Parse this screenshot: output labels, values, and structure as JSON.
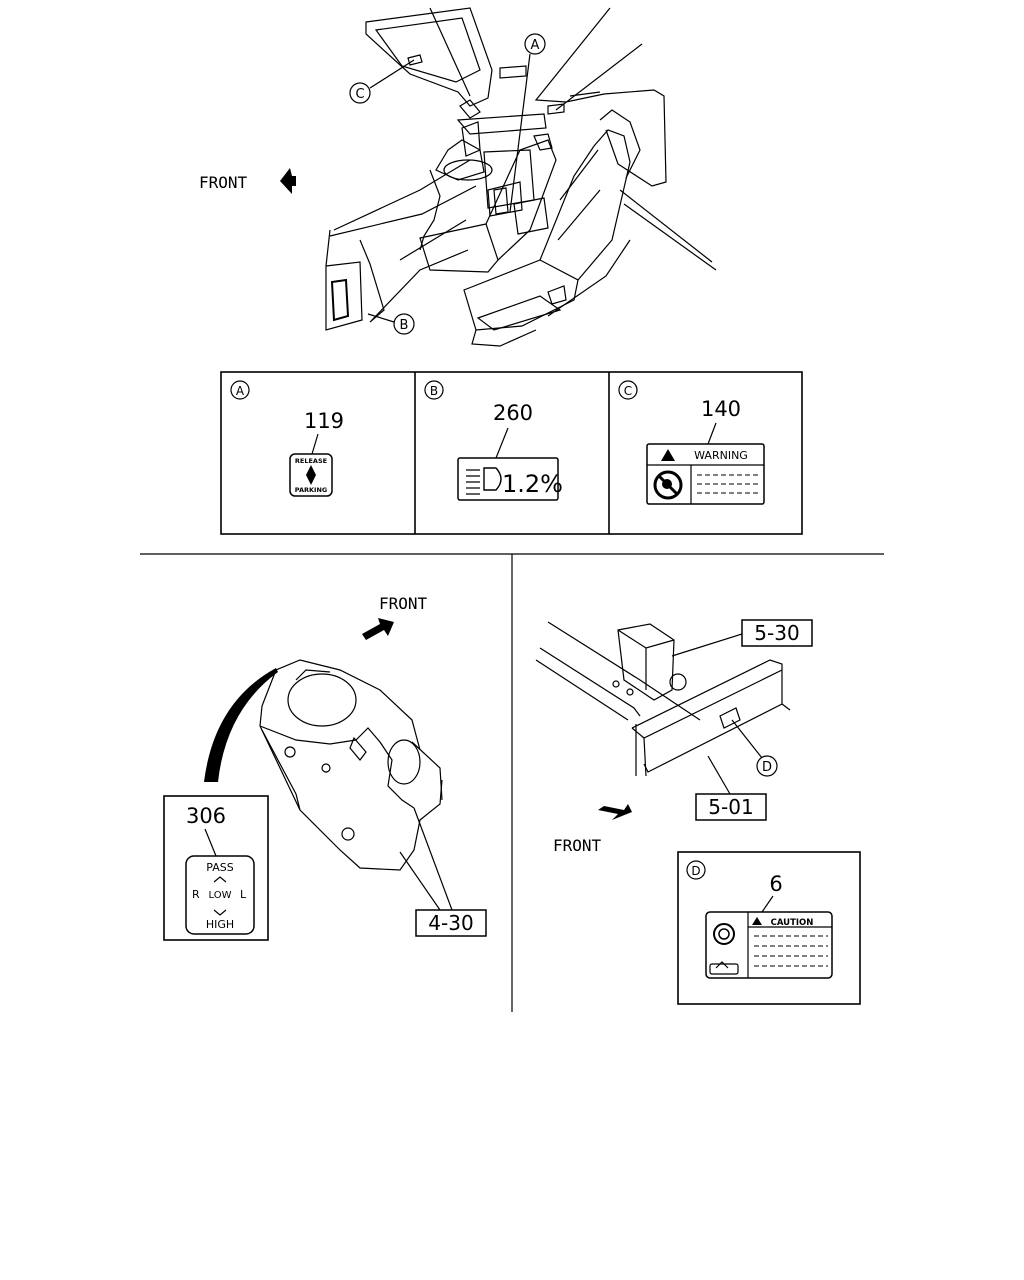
{
  "callouts": {
    "a": "A",
    "b": "B",
    "c": "C",
    "d": "D"
  },
  "front_label": "FRONT",
  "labels": {
    "a": {
      "number": "119",
      "line1": "RELEASE",
      "line2": "PARKING"
    },
    "b": {
      "number": "260",
      "text": "1.2%"
    },
    "c": {
      "number": "140",
      "text": "WARNING"
    },
    "d": {
      "number": "6",
      "text": "CAUTION"
    }
  },
  "lever_label": {
    "number": "306",
    "top": "PASS",
    "middle": "R",
    "middle2": "LOW",
    "middle3": "L",
    "bottom": "HIGH"
  },
  "refs": {
    "lever": "4-30",
    "frame_upper": "5-30",
    "frame_lower": "5-01"
  }
}
